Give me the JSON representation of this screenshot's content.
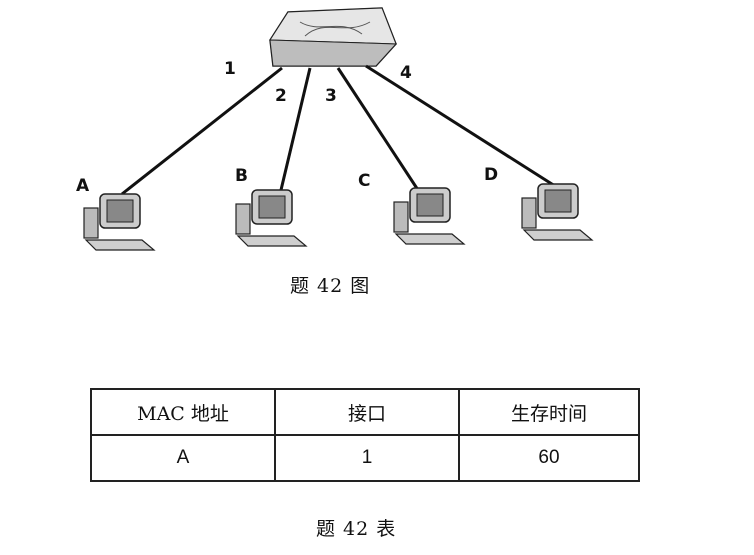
{
  "figure": {
    "ports": [
      "1",
      "2",
      "3",
      "4"
    ],
    "hosts": [
      "A",
      "B",
      "C",
      "D"
    ],
    "caption": "题 42 图"
  },
  "table": {
    "headers": [
      "MAC 地址",
      "接口",
      "生存时间"
    ],
    "rows": [
      [
        "A",
        "1",
        "60"
      ]
    ],
    "caption": "题 42 表"
  }
}
